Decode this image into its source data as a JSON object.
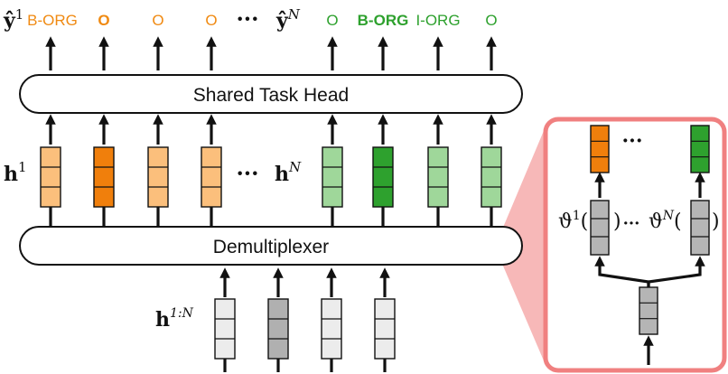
{
  "shared_task_head": "Shared Task Head",
  "demultiplexer": "Demultiplexer",
  "labels_task1": [
    "B-ORG",
    "O",
    "O",
    "O"
  ],
  "labels_taskN": [
    "O",
    "B-ORG",
    "I-ORG",
    "O"
  ],
  "bold_task1_index": 1,
  "bold_taskN_index": 1,
  "math": {
    "y_first": "ŷ",
    "y_first_sup": "1",
    "y_last": "ŷ",
    "y_last_sup": "N",
    "h_first": "h",
    "h_first_sup": "1",
    "h_last": "h",
    "h_last_sup": "N",
    "h_input": "h",
    "h_input_sup": "1:N",
    "theta_first": "ϑ",
    "theta_first_sup": "1",
    "theta_last": "ϑ",
    "theta_last_sup": "N",
    "paren_open": "(",
    "paren_close": ")"
  },
  "ellipsis": "···",
  "colors": {
    "orange_light": "#fbbf7c",
    "orange_dark": "#f07f0c",
    "green_light": "#9fd79a",
    "green_dark": "#2ea12e",
    "gray_light": "#ececec",
    "gray_mid": "#b0b0b0",
    "gray_dark": "#b5b5b5",
    "inset_border": "#f08080",
    "connector_fill": "#f4a0a0",
    "orange_text": "#f08a12",
    "green_text": "#2ea12e"
  }
}
